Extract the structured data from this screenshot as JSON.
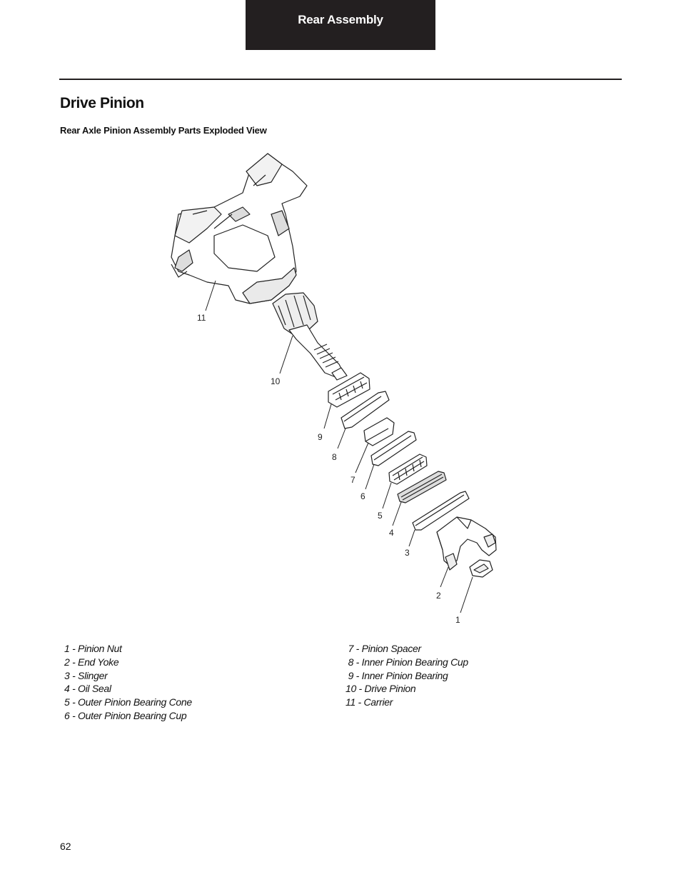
{
  "header": {
    "section_tab": "Rear Assembly"
  },
  "page": {
    "title": "Drive Pinion",
    "figure_caption": "Rear Axle Pinion Assembly Parts Exploded View",
    "page_number": "62"
  },
  "callouts": [
    "1",
    "2",
    "3",
    "4",
    "5",
    "6",
    "7",
    "8",
    "9",
    "10",
    "11"
  ],
  "legend": {
    "left": [
      "1 - Pinion Nut",
      "2 - End Yoke",
      "3 - Slinger",
      "4 - Oil Seal",
      "5 - Outer Pinion Bearing Cone",
      "6 - Outer Pinion Bearing Cup"
    ],
    "right": [
      " 7 - Pinion Spacer",
      " 8 - Inner Pinion Bearing Cup",
      " 9 - Inner Pinion Bearing",
      "10 - Drive Pinion",
      "11 - Carrier"
    ]
  }
}
